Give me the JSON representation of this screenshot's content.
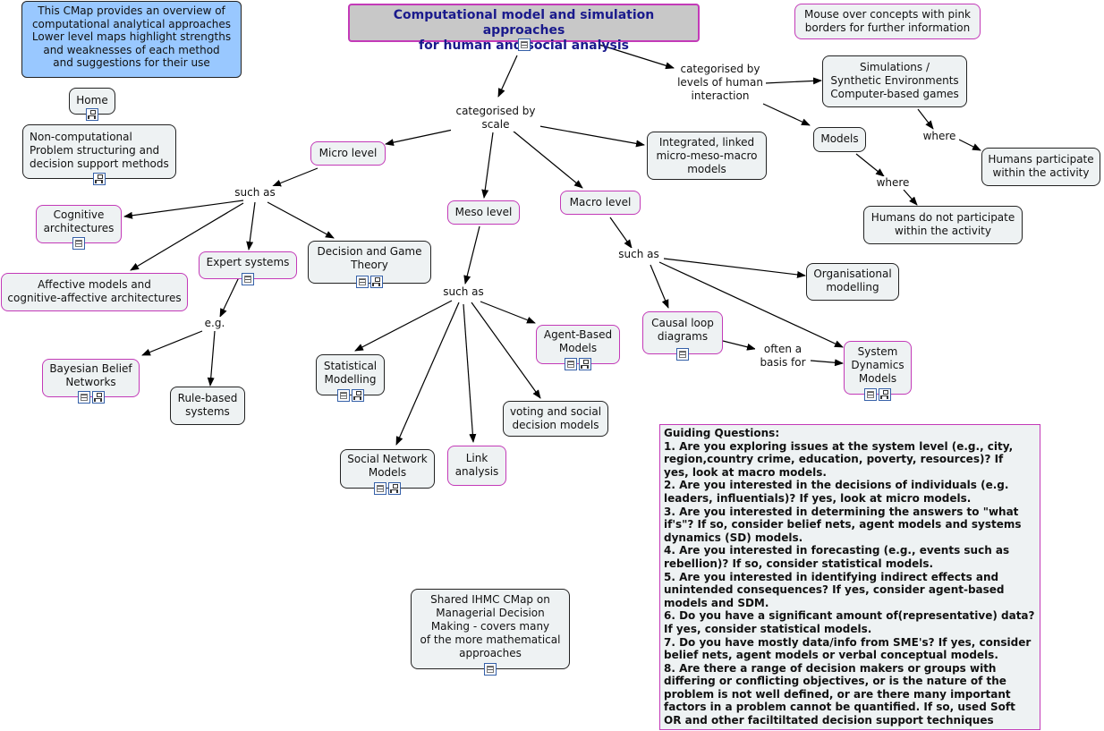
{
  "title": "Computational model and simulation approaches\nfor human and social analysis",
  "info": "This CMap provides an overview of\ncomputational analytical  approaches\nLower level maps highlight strengths\nand weaknesses of each method\nand suggestions for their use",
  "mouse_note": "Mouse over concepts with pink\nborders for further information",
  "concepts": {
    "home": "Home",
    "noncomp": "Non-computational\nProblem structuring and\ndecision support methods",
    "micro": "Micro level",
    "meso": "Meso level",
    "macro": "Macro level",
    "integrated": "Integrated, linked\nmicro-meso-macro\nmodels",
    "simulations": "Simulations /\nSynthetic Environments\nComputer-based games",
    "models": "Models",
    "humans_in": "Humans participate\nwithin the activity",
    "humans_out": "Humans do not participate\nwithin the activity",
    "cognitive": "Cognitive\narchitectures",
    "affective": "Affective models and\ncognitive-affective architectures",
    "expert": "Expert systems",
    "decision_game": "Decision and Game\nTheory",
    "bayesian": "Bayesian Belief\nNetworks",
    "rule_based": "Rule-based\nsystems",
    "statistical": "Statistical\nModelling",
    "social_network": "Social Network\nModels",
    "link_analysis": "Link\nanalysis",
    "voting": "voting and social\ndecision models",
    "agent_based": "Agent-Based\nModels",
    "organisational": "Organisational\nmodelling",
    "causal": "Causal loop\ndiagrams",
    "system_dynamics": "System\nDynamics\nModels",
    "shared": "Shared IHMC CMap on\nManagerial Decision\nMaking - covers many\nof the more mathematical\napproaches"
  },
  "link_labels": {
    "by_scale": "categorised by\nscale",
    "by_levels": "categorised by\nlevels of human\ninteraction",
    "where1": "where",
    "where2": "where",
    "such_as_micro": "such as",
    "eg": "e.g.",
    "such_as_meso": "such as",
    "such_as_macro": "such as",
    "often_basis": "often a\nbasis for"
  },
  "guide": {
    "heading": "Guiding Questions:",
    "questions": [
      "1. Are you exploring issues at the system level (e.g., city,\n region,country crime, education, poverty, resources)?  If\n yes, look at macro models.",
      "2. Are you interested in the decisions of individuals (e.g.\n leaders, influentials)?  If yes, look at micro models.",
      "3. Are you interested in determining the answers to \"what\nif's\"?  If so, consider belief nets, agent models and systems\ndynamics (SD) models.",
      "4. Are you interested in forecasting  (e.g., events such as\nrebellion)?  If so, consider statistical models.",
      "5. Are you interested in identifying indirect effects and\nunintended consequences?  If yes, consider agent-based\nmodels and SDM.",
      "6. Do you have a significant amount of(representative) data?\nIf yes, consider statistical models.",
      "7. Do you have mostly data/info from SME's?  If yes, consider\nbelief nets, agent models or verbal conceptual models.",
      "8. Are there a range of decision makers or groups with\ndiffering or conflicting objectives, or is the nature of the\nproblem is not well defined, or are there many important\nfactors in a problem cannot be quantified.  If so, used Soft\n OR and other faciltiltated decision support techniques"
    ]
  },
  "colors": {
    "pink_border": "#c33ab8",
    "concept_fill": "#eef2f3",
    "info_fill": "#99c8ff",
    "title_fill": "#c8c8c8",
    "title_text": "#1a1a8c"
  },
  "icons": [
    "document-icon",
    "submap-icon"
  ]
}
